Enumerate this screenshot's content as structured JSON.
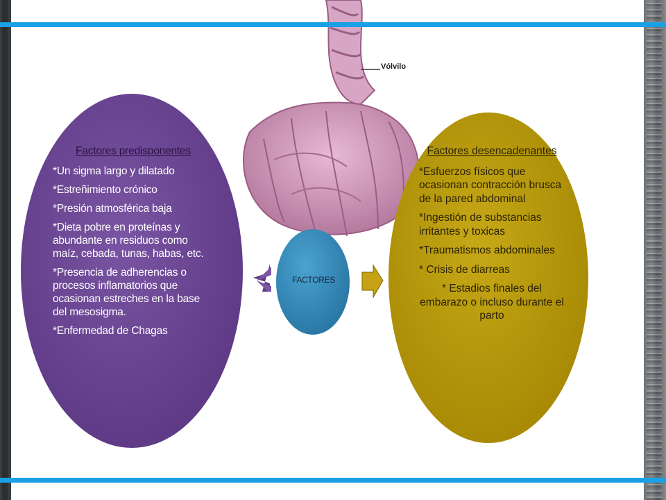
{
  "image_label": "Vólvilo",
  "center": {
    "label": "FACTORES"
  },
  "left": {
    "title": "Factores predisponentes",
    "items": [
      "*Un sigma largo y dilatado",
      "*Estreñimiento crónico",
      "*Presión atmosférica baja",
      "*Dieta pobre en proteínas y abundante en residuos como maíz, cebada, tunas, habas, etc.",
      "*Presencia de adherencias o procesos inflamatorios que ocasionan estreches en la base del mesosigma.",
      "*Enfermedad de Chagas"
    ]
  },
  "right": {
    "title": "Factores desencadenantes",
    "items": [
      "*Esfuerzos físicos que ocasionan contracción brusca de la pared abdominal",
      "*Ingestión de substancias irritantes y toxicas",
      "*Traumatismos abdominales",
      "* Crisis de diarreas",
      "* Estadios finales del embarazo o incluso durante el parto"
    ]
  },
  "colors": {
    "left_ellipse": "#6f4a96",
    "right_ellipse": "#b89a0c",
    "center_ellipse": "#2f86b6",
    "accent_bar": "#1aa0e6"
  }
}
